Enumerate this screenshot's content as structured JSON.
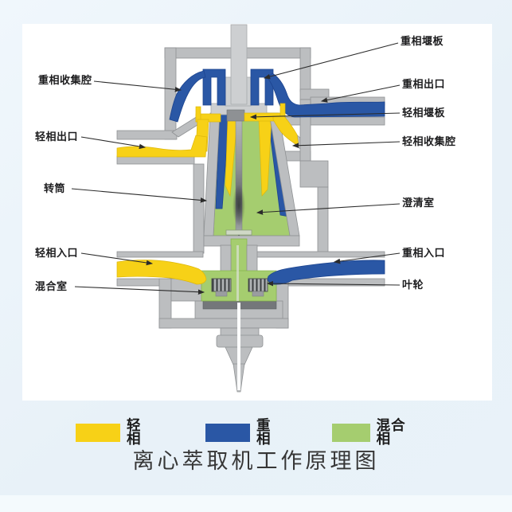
{
  "page": {
    "background": "#e9f1f8",
    "footer_strip_color": "#f4fafd"
  },
  "panel": {
    "background": "#ffffff"
  },
  "labels": {
    "left": [
      {
        "text": "重相收集腔"
      },
      {
        "text": "轻相出口"
      },
      {
        "text": "转筒"
      },
      {
        "text": "轻相入口"
      },
      {
        "text": "混合室"
      }
    ],
    "right": [
      {
        "text": "重相堰板"
      },
      {
        "text": "重相出口"
      },
      {
        "text": "轻相堰板"
      },
      {
        "text": "轻相收集腔"
      },
      {
        "text": "澄清室"
      },
      {
        "text": "重相入口"
      },
      {
        "text": "叶轮"
      }
    ]
  },
  "legend": {
    "items": [
      {
        "label": "轻相",
        "color": "#f7d117"
      },
      {
        "label": "重相",
        "color": "#2a57a5"
      },
      {
        "label": "混合相",
        "color": "#a5cd6f"
      }
    ]
  },
  "title": {
    "text": "离心萃取机工作原理图"
  },
  "colors": {
    "light_phase": "#f7d117",
    "heavy_phase": "#2a57a5",
    "mixed_phase": "#a5cd6f",
    "housing_gray": "#bcbec0",
    "leader_line": "#2b2b2b"
  }
}
